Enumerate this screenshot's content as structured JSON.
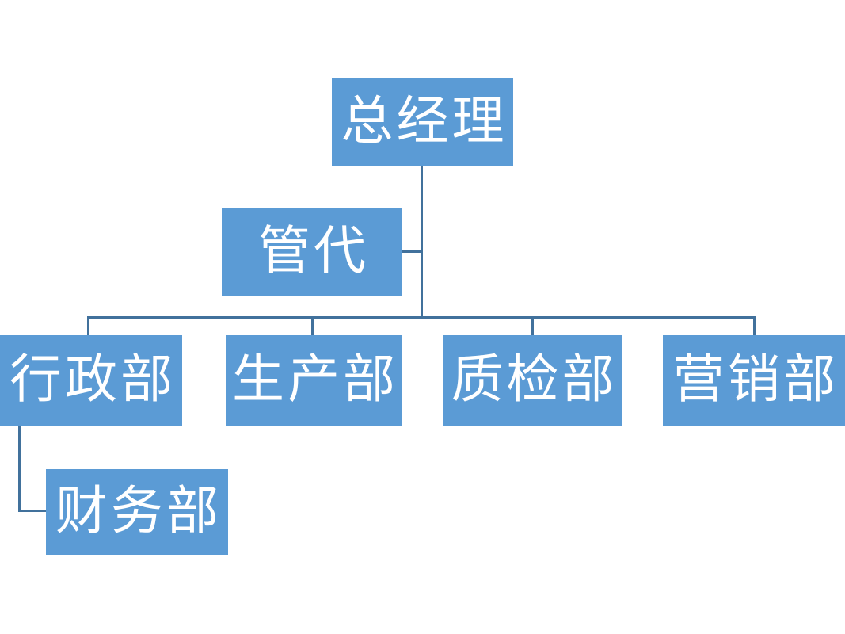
{
  "diagram": {
    "type": "org-chart",
    "background_color": "#ffffff",
    "node_fill_color": "#5b9bd5",
    "node_text_color": "#ffffff",
    "connector_color": "#41719c",
    "nodes": [
      {
        "id": "general-manager",
        "label": "总经理",
        "level": 1
      },
      {
        "id": "management-rep",
        "label": "管代",
        "level": 2
      },
      {
        "id": "administration-dept",
        "label": "行政部",
        "level": 3
      },
      {
        "id": "production-dept",
        "label": "生产部",
        "level": 3
      },
      {
        "id": "quality-control-dept",
        "label": "质检部",
        "level": 3
      },
      {
        "id": "marketing-dept",
        "label": "营销部",
        "level": 3
      },
      {
        "id": "finance-dept",
        "label": "财务部",
        "level": 4
      }
    ],
    "edges": [
      {
        "from": "general-manager",
        "to": "management-rep"
      },
      {
        "from": "general-manager",
        "to": "administration-dept"
      },
      {
        "from": "general-manager",
        "to": "production-dept"
      },
      {
        "from": "general-manager",
        "to": "quality-control-dept"
      },
      {
        "from": "general-manager",
        "to": "marketing-dept"
      },
      {
        "from": "administration-dept",
        "to": "finance-dept"
      }
    ]
  }
}
